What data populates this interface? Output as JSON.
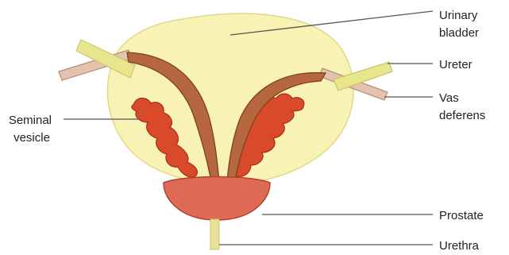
{
  "labels": {
    "urinary_bladder": [
      "Urinary",
      "bladder"
    ],
    "ureter": "Ureter",
    "vas_deferens": [
      "Vas",
      "deferens"
    ],
    "seminal_vesicle": [
      "Seminal",
      "vesicle"
    ],
    "prostate": "Prostate",
    "urethra": "Urethra"
  },
  "colors": {
    "bladder_fill": "#f8f3b4",
    "bladder_stroke": "#e2d88a",
    "ureter_fill": "#e9e58d",
    "ureter_stroke": "#c9c56c",
    "vas_fill": "#e4c2ad",
    "vas_stroke": "#b98d76",
    "duct_fill": "#b5683d",
    "duct_stroke": "#7e3f1f",
    "vesicle_fill": "#d84a2a",
    "vesicle_stroke": "#a52d16",
    "prostate_fill": "#de6a55",
    "prostate_stroke": "#b0432f",
    "urethra_fill": "#e7e19a",
    "leader": "#555555"
  }
}
